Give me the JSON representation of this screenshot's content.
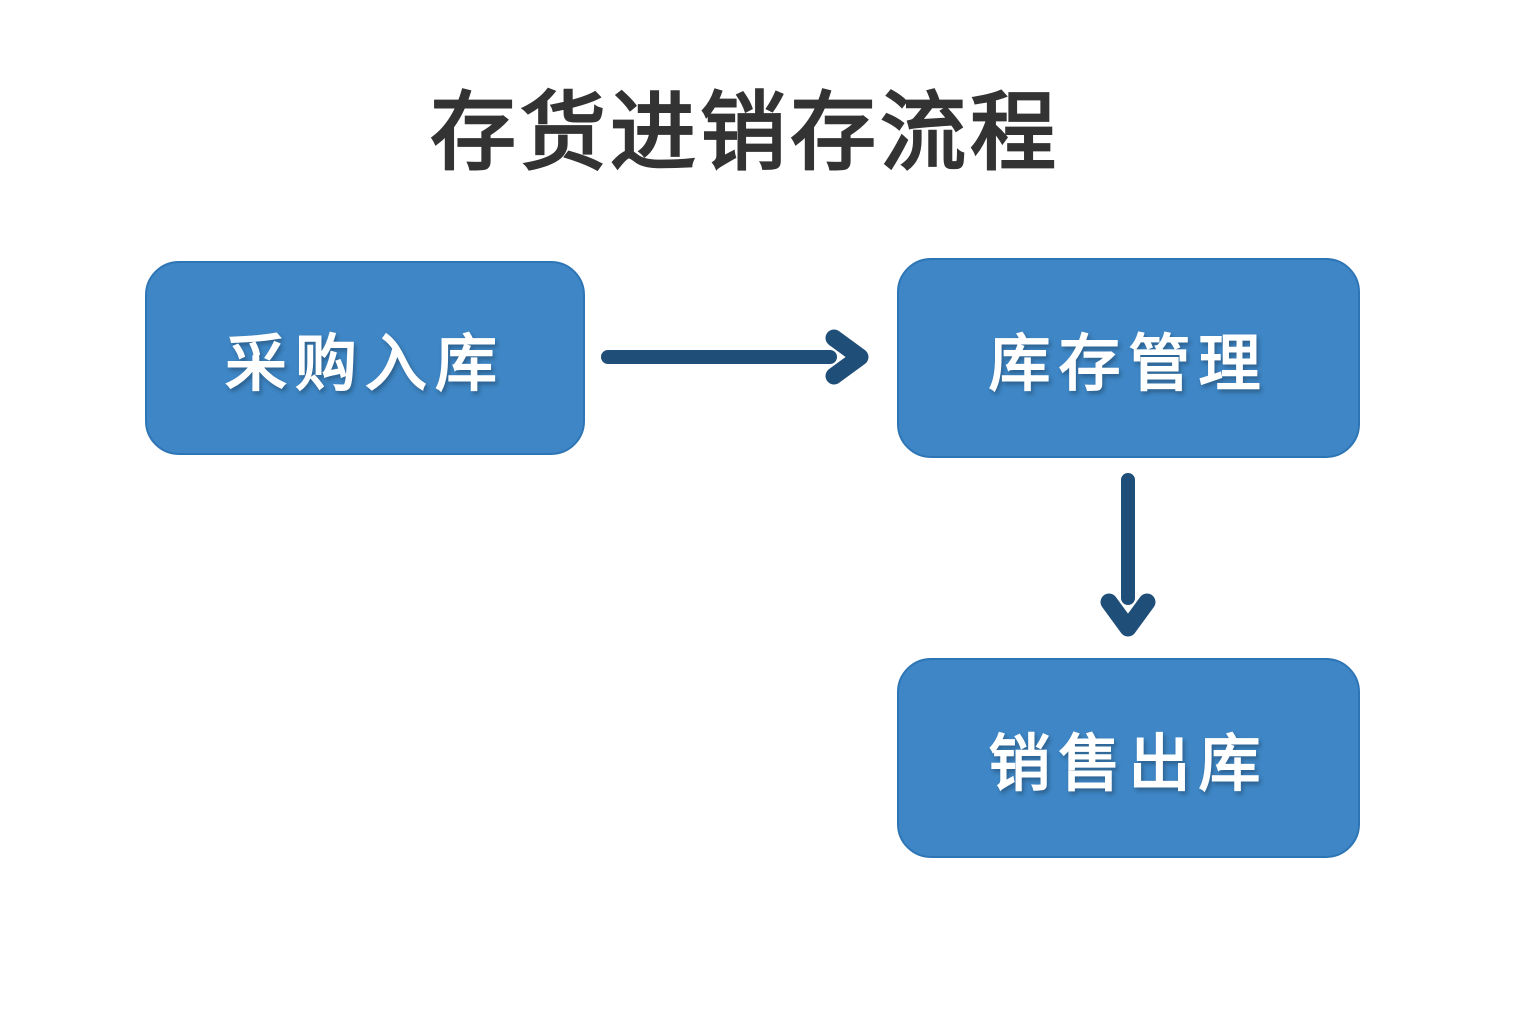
{
  "title": "存货进销存流程",
  "diagram": {
    "type": "flowchart",
    "nodes": [
      {
        "id": "purchase-inbound",
        "label": "采购入库"
      },
      {
        "id": "inventory-management",
        "label": "库存管理"
      },
      {
        "id": "sales-outbound",
        "label": "销售出库"
      }
    ],
    "edges": [
      {
        "from": "采购入库",
        "to": "库存管理",
        "direction": "right"
      },
      {
        "from": "库存管理",
        "to": "销售出库",
        "direction": "down"
      }
    ]
  },
  "colors": {
    "background": "#FFFFFF",
    "node_fill": "#3E86C5",
    "node_border": "#2E75B5",
    "node_text": "#FFFFFF",
    "arrow": "#1F4E79",
    "title_text": "#333333"
  }
}
